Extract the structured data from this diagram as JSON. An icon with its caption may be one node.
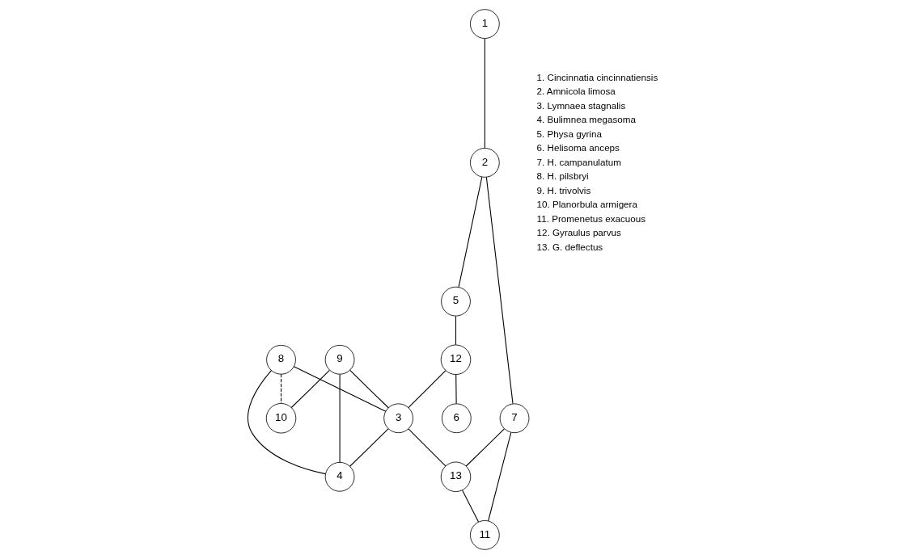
{
  "diagram": {
    "nodes": [
      {
        "text": [
          "1"
        ]
      },
      {
        "text": [
          "2"
        ]
      },
      {
        "text": [
          "3"
        ]
      },
      {
        "text": [
          "4"
        ]
      },
      {
        "text": [
          "5"
        ]
      },
      {
        "text": [
          "6"
        ]
      },
      {
        "text": [
          "7"
        ]
      },
      {
        "text": [
          "8"
        ]
      },
      {
        "text": [
          "9"
        ]
      },
      {
        "text": [
          "10"
        ]
      },
      {
        "text": [
          "11"
        ]
      },
      {
        "text": [
          "12"
        ]
      },
      {
        "text": [
          "13"
        ]
      }
    ],
    "edges": [
      {
        "from": 0,
        "to": 1,
        "arrow": "none"
      },
      {
        "from": 1,
        "to": 4,
        "arrow": "none"
      },
      {
        "from": 4,
        "to": 11,
        "arrow": "none"
      },
      {
        "from": 11,
        "to": 5,
        "arrow": "none"
      },
      {
        "from": 11,
        "to": 2,
        "arrow": "none"
      },
      {
        "from": 1,
        "to": 6,
        "arrow": "none"
      },
      {
        "from": 6,
        "to": 12,
        "arrow": "none"
      },
      {
        "from": 6,
        "to": 10,
        "arrow": "none"
      },
      {
        "from": 12,
        "to": 10,
        "arrow": "none"
      },
      {
        "from": 2,
        "to": 12,
        "arrow": "none"
      },
      {
        "from": 7,
        "to": 2,
        "arrow": "none"
      },
      {
        "from": 8,
        "to": 2,
        "arrow": "none"
      },
      {
        "from": 2,
        "to": 3,
        "arrow": "none"
      },
      {
        "from": 7,
        "to": 3,
        "arrow": "none"
      },
      {
        "from": 8,
        "to": 3,
        "arrow": "none"
      },
      {
        "from": 8,
        "to": 9,
        "arrow": "none"
      },
      {
        "from": 7,
        "to": 9,
        "arrow": "none",
        "style": "dashed"
      }
    ],
    "labels": [
      "1. Cincinnatia cincinnatiensis",
      "2. Amnicola limosa",
      "3. Lymnaea stagnalis",
      "4. Bulimnea megasoma",
      "5. Physa gyrina",
      "6. Helisoma anceps",
      "7. H. campanulatum",
      "8. H. pilsbryi",
      "9. H. trivolvis",
      "10. Planorbula armigera",
      "11. Promenetus exacuous",
      "12. Gyraulus parvus",
      "13. G. deflectus"
    ]
  }
}
